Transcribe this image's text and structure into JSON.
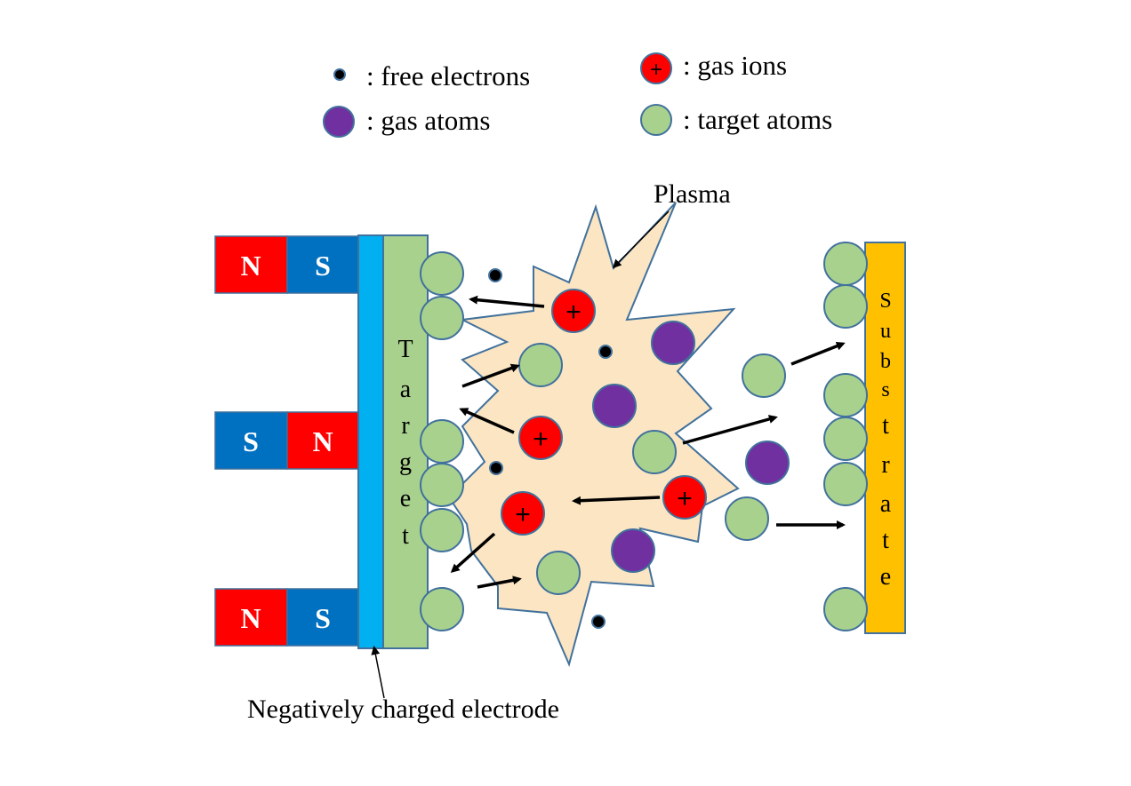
{
  "legend": {
    "free_electrons": ": free electrons",
    "gas_ions": ": gas ions",
    "gas_atoms": ": gas atoms",
    "target_atoms": ": target atoms",
    "ion_symbol": "+"
  },
  "labels": {
    "plasma": "Plasma",
    "electrode": "Negatively charged electrode",
    "target_letters": [
      "T",
      "a",
      "r",
      "g",
      "e",
      "t"
    ],
    "substrate_letters": [
      "S",
      "u",
      "b",
      "s",
      "t",
      "r",
      "a",
      "t",
      "e"
    ]
  },
  "magnets": [
    {
      "left": "N",
      "right": "S"
    },
    {
      "left": "S",
      "right": "N"
    },
    {
      "left": "N",
      "right": "S"
    }
  ],
  "colors": {
    "north": "#ff0000",
    "south": "#0070c0",
    "electrode": "#00b0f0",
    "target": "#a9d18e",
    "target_atom": "#a9d18e",
    "gas_atom": "#7030a0",
    "gas_ion": "#ff0000",
    "substrate": "#ffc000",
    "plasma": "#fbe5c3",
    "outline": "#41719c"
  }
}
